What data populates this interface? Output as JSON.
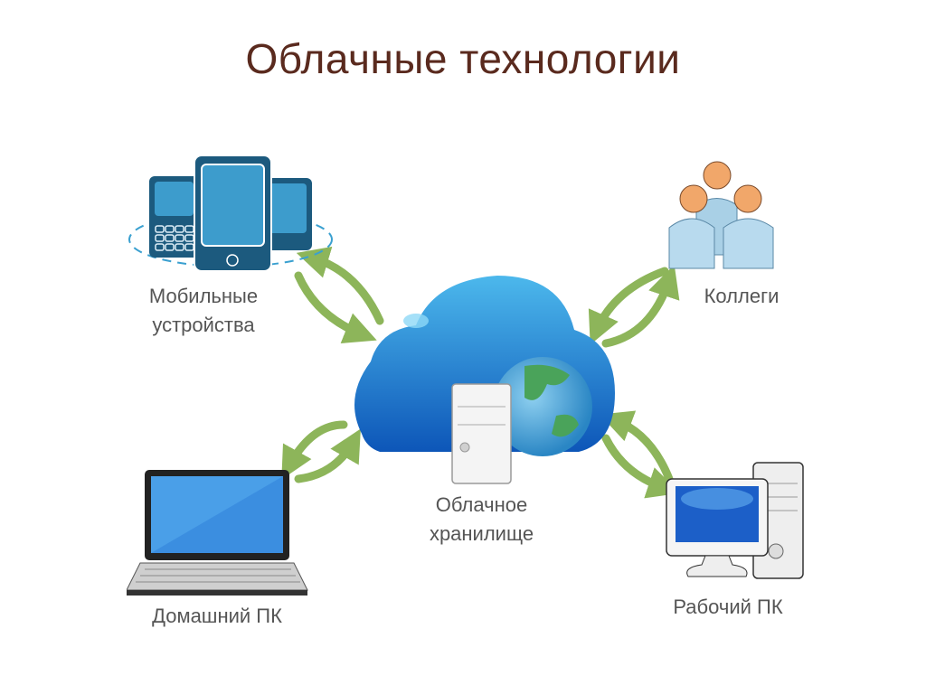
{
  "title": "Облачные технологии",
  "colors": {
    "title": "#5a2a1e",
    "label": "#555555",
    "arrow": "#8db55a",
    "cloud": "#1f7fd6",
    "device": "#1c5a7e"
  },
  "center": {
    "label_line1": "Облачное",
    "label_line2": "хранилище",
    "icons": [
      "cloud-icon",
      "server-icon",
      "globe-icon"
    ]
  },
  "nodes": [
    {
      "id": "mobile",
      "label_line1": "Мобильные",
      "label_line2": "устройства",
      "icon": "mobile-devices-icon"
    },
    {
      "id": "colleagues",
      "label_line1": "Коллеги",
      "icon": "people-icon"
    },
    {
      "id": "home-pc",
      "label_line1": "Домашний ПК",
      "icon": "laptop-icon"
    },
    {
      "id": "work-pc",
      "label_line1": "Рабочий ПК",
      "icon": "desktop-pc-icon"
    }
  ],
  "connections": [
    {
      "from": "mobile",
      "to": "cloud",
      "type": "bidirectional"
    },
    {
      "from": "colleagues",
      "to": "cloud",
      "type": "bidirectional"
    },
    {
      "from": "home-pc",
      "to": "cloud",
      "type": "bidirectional"
    },
    {
      "from": "work-pc",
      "to": "cloud",
      "type": "bidirectional"
    }
  ]
}
